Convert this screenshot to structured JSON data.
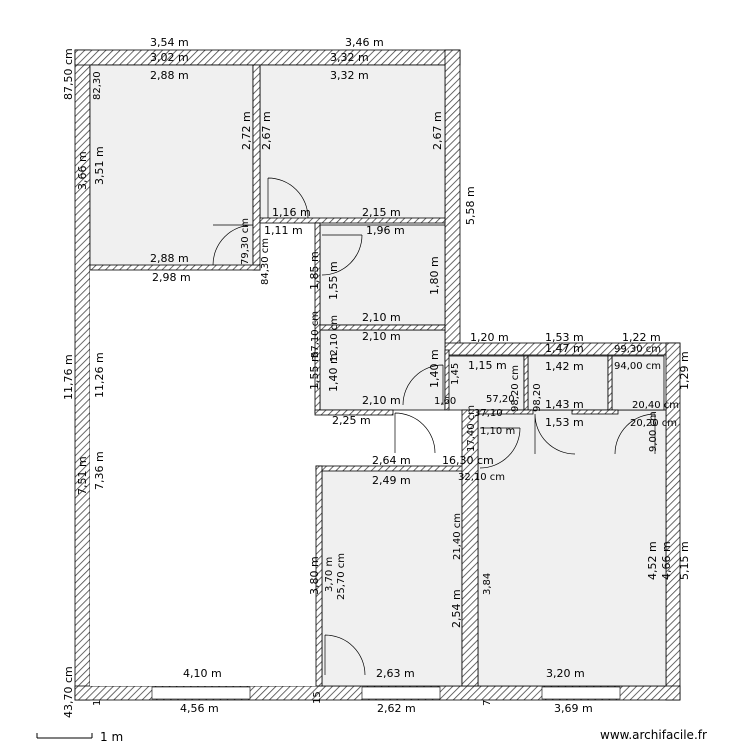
{
  "watermark": "www.archifacile.fr",
  "scale": {
    "label": "1 m"
  },
  "dimensions": {
    "top_left_outer": "3,54 m",
    "top_right_outer": "3,46 m",
    "room1_top_inner": "3,02 m",
    "room1_top": "2,88 m",
    "room2_top_inner": "3,32 m",
    "room2_top": "3,32 m",
    "room1_bottom": "2,88 m",
    "room1_bottom_outer": "2,98 m",
    "room1_height": "3,51 m",
    "room1_height_outer": "3,66 m",
    "room1_right_height": "2,72 m",
    "room2_left_height": "2,67 m",
    "room2_right_height": "2,67 m",
    "room2_bottom_left": "1,16 m",
    "room2_bottom_right": "2,15 m",
    "room2_outer_right": "5,58 m",
    "corridor_top": "1,11 m",
    "corridor_cm": "84,30 cm",
    "door_cm": "79,30 cm",
    "top_small_corner": "82,30",
    "left_total": "87,50 cm",
    "left_height_total": "11,76 m",
    "left_height_inner": "11,26 m",
    "left_lower": "7,51 m",
    "left_lower_inner": "7,36 m",
    "bottom_corner": "43,70 cm",
    "wc_top": "1,96 m",
    "wc_height": "1,85 m",
    "wc_height_inner": "1,55 m",
    "wc_right": "1,80 m",
    "wc_bottom": "2,10 m",
    "bath_top": "2,10 m",
    "bath_left": "1,55 m",
    "bath_left_inner": "1,40 m",
    "bath_right": "1,40 m",
    "bath_bottom": "2,10 m",
    "bath_bottom_outer": "2,25 m",
    "bath_cm_a": "12,10 cm",
    "bath_cm_b": "57,10 cm",
    "right_block_120": "1,20 m",
    "right_block_115": "1,15 m",
    "right_block_145": "1,45",
    "right_block_153": "1,53 m",
    "right_block_142": "1,42 m",
    "right_block_147": "1,47 m",
    "right_block_143": "1,43 m",
    "right_block_153b": "1,53 m",
    "right_block_122": "1,22 m",
    "right_block_99": "99,30 cm",
    "right_block_94": "94,00 cm",
    "right_block_129": "1,29 m",
    "right_block_2040": "20,40 cm",
    "right_block_9820": "98,20 cm",
    "right_block_9820b": "98,20",
    "right_block_160": "1,60",
    "right_block_1630": "16,30 cm",
    "right_block_1740": "17,40 cm",
    "right_block_3710": "37,10",
    "right_block_5720": "57,20",
    "bedroom3_top": "2,64 m",
    "bedroom3_top_inner": "2,49 m",
    "bedroom3_left": "3,80 m",
    "bedroom3_left_inner": "3,70 m",
    "bedroom3_cm": "25,70 cm",
    "bedroom3_right": "2,54 m",
    "bedroom3_bottom": "2,63 m",
    "bedroom3_bottom_outer": "2,62 m",
    "bedroom3_cm2": "21,40 cm",
    "bedroom3_cm3": "32,10 cm",
    "bedroom3_84": "3,84",
    "bedroom3_110": "1,10 m",
    "bedroom4_left": "4,52 m",
    "bedroom4_right_inner": "4,66 m",
    "bedroom4_right": "5,15 m",
    "bedroom4_bottom": "3,20 m",
    "bedroom4_bottom_outer": "3,69 m",
    "bedroom4_2020": "20,20 cm",
    "bedroom4_900": "9,00 cm",
    "living_bottom": "4,10 m",
    "living_bottom_outer": "4,56 m",
    "small_1": "1",
    "small_7": "7",
    "small_15": "15"
  }
}
